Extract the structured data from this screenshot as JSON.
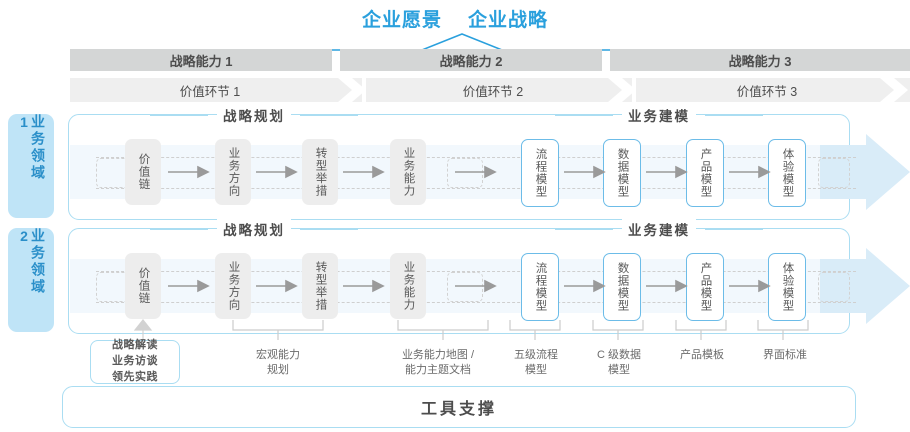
{
  "header": {
    "titles": [
      "企业愿景",
      "企业战略"
    ],
    "accent_color": "#2aa0dd"
  },
  "capabilities": [
    {
      "label": "战略能力 1"
    },
    {
      "label": "战略能力 2"
    },
    {
      "label": "战略能力 3"
    }
  ],
  "value_links": [
    {
      "label": "价值环节 1"
    },
    {
      "label": "价值环节 2"
    },
    {
      "label": "价值环节 3"
    }
  ],
  "domains": [
    {
      "label": "业务领域 1"
    },
    {
      "label": "业务领域 2"
    }
  ],
  "sections": [
    {
      "label": "战略规划"
    },
    {
      "label": "业务建模"
    }
  ],
  "nodes": {
    "planning": [
      "价值链",
      "业务方向",
      "转型举措",
      "业务能力"
    ],
    "modeling": [
      "流程模型",
      "数据模型",
      "产品模型",
      "体验模型"
    ]
  },
  "annotations": {
    "box": "战略解读\n业务访谈\n领先实践",
    "items": [
      "宏观能力\n规划",
      "业务能力地图 /\n能力主题文档",
      "五级流程\n模型",
      "C 级数据\n模型",
      "产品模板",
      "界面标准"
    ]
  },
  "footer": {
    "label": "工具支撑"
  },
  "colors": {
    "accent_blue": "#2aa0dd",
    "light_blue_border": "#aaddf2",
    "domain_bg": "#bfe4f7",
    "cap_bar": "#d4d6d6",
    "val_bar": "#efefef",
    "node_gray": "#ededed",
    "band": "#f2f8fd"
  }
}
